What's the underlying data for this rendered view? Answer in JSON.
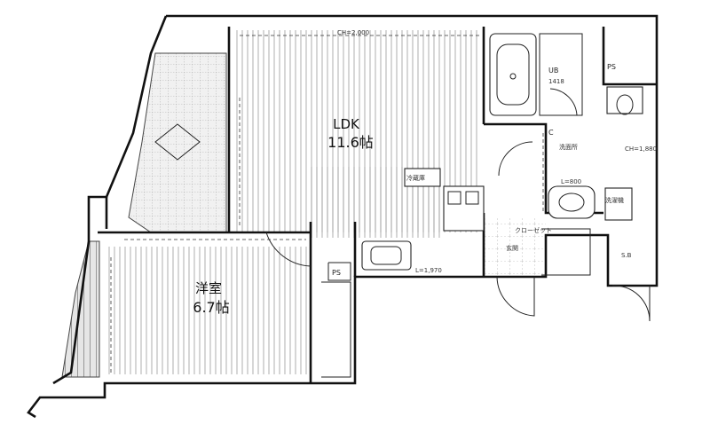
{
  "rooms": {
    "ldk": {
      "name": "LDK",
      "size": "11.6帖"
    },
    "western": {
      "name": "洋室",
      "size": "6.7帖"
    }
  },
  "labels": {
    "ub": "UB",
    "ub_size": "1418",
    "ps_top": "PS",
    "ps_mid": "PS",
    "c": "C",
    "ch_top": "CH=2,000",
    "ch_bath": "CH=1,880",
    "l800": "L=800",
    "l1970": "L=1,970",
    "sb": "S.B",
    "closet": "クローゼット",
    "genkan": "玄関",
    "washroom": "洗面所",
    "senpuku": "洗濯機",
    "fridge": "冷蔵庫"
  }
}
